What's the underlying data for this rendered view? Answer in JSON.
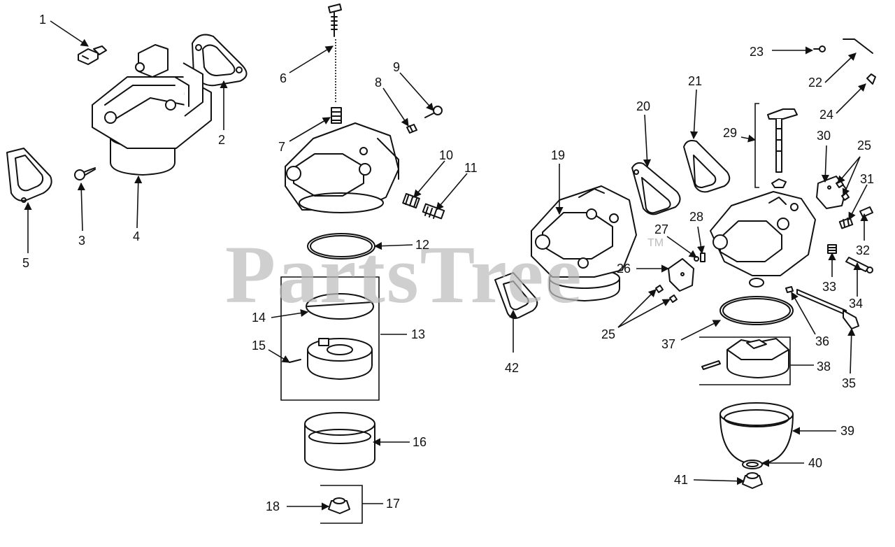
{
  "watermark": {
    "text": "PartsTree",
    "tm": "TM"
  },
  "callouts": [
    "1",
    "2",
    "3",
    "4",
    "5",
    "6",
    "7",
    "8",
    "9",
    "10",
    "11",
    "12",
    "13",
    "14",
    "15",
    "16",
    "17",
    "18",
    "19",
    "20",
    "21",
    "22",
    "23",
    "24",
    "25",
    "26",
    "27",
    "28",
    "29",
    "30",
    "31",
    "32",
    "33",
    "34",
    "35",
    "36",
    "37",
    "38",
    "39",
    "40",
    "41",
    "42"
  ],
  "callout_25_second": "25"
}
